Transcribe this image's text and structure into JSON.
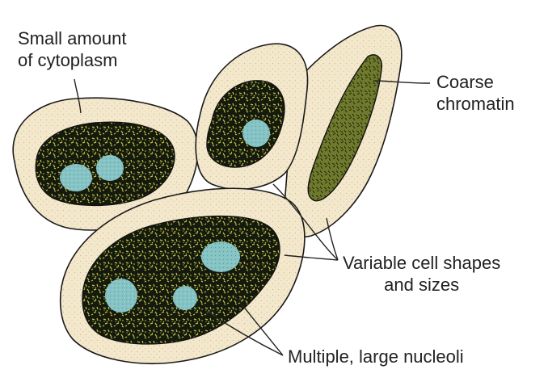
{
  "labels": {
    "cytoplasm": [
      "Small amount",
      "of cytoplasm"
    ],
    "chromatin": [
      "Coarse",
      "chromatin"
    ],
    "shapes": [
      "Variable cell shapes",
      "and sizes"
    ],
    "nucleoli": "Multiple, large nucleoli"
  },
  "colors": {
    "cytoplasm": "#f4e8cc",
    "cytoplasm_stipple": "#c9b892",
    "nucleus": "#141b0e",
    "chromatin_fleck": "#c8c24a",
    "elongated_nucleus": "#6f7a2c",
    "nucleolus": "#86c3c4",
    "outline": "#1a1a1a",
    "text": "#222222"
  }
}
